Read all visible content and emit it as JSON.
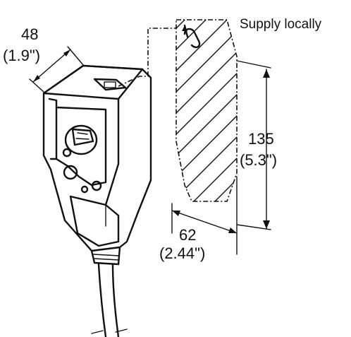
{
  "labels": {
    "supply_note": "Supply locally",
    "width_mm": "48",
    "width_in": "(1.9\")",
    "height_mm": "135",
    "height_in": "(5.3\")",
    "depth_mm": "62",
    "depth_in": "(2.44\")"
  },
  "colors": {
    "ink": "#111111",
    "background": "#ffffff"
  }
}
